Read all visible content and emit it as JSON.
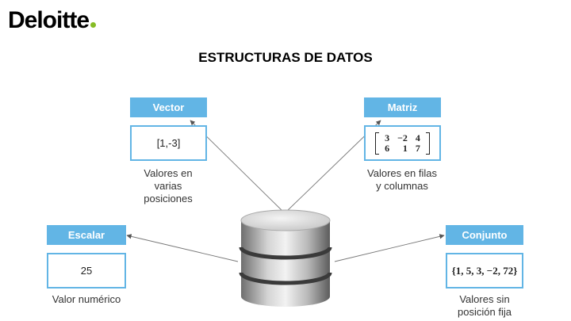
{
  "logo": {
    "text": "Deloitte"
  },
  "title": "ESTRUCTURAS DE DATOS",
  "nodes": {
    "vector": {
      "label": "Vector",
      "value": "[1,-3]",
      "description": [
        "Valores en",
        "varias",
        "posiciones"
      ]
    },
    "matriz": {
      "label": "Matriz",
      "rows": [
        [
          "3",
          "−2",
          "4"
        ],
        [
          "6",
          "1",
          "7"
        ]
      ],
      "description": [
        "Valores en filas",
        "y columnas"
      ]
    },
    "escalar": {
      "label": "Escalar",
      "value": "25",
      "description": [
        "Valor numérico"
      ]
    },
    "conjunto": {
      "label": "Conjunto",
      "value": "{1, 5, 3, −2, 72}",
      "description": [
        "Valores sin",
        "posición fija"
      ]
    }
  },
  "colors": {
    "accent": "#62b5e5",
    "brand_green": "#86bc25"
  },
  "icons": {
    "center": "database-icon"
  }
}
